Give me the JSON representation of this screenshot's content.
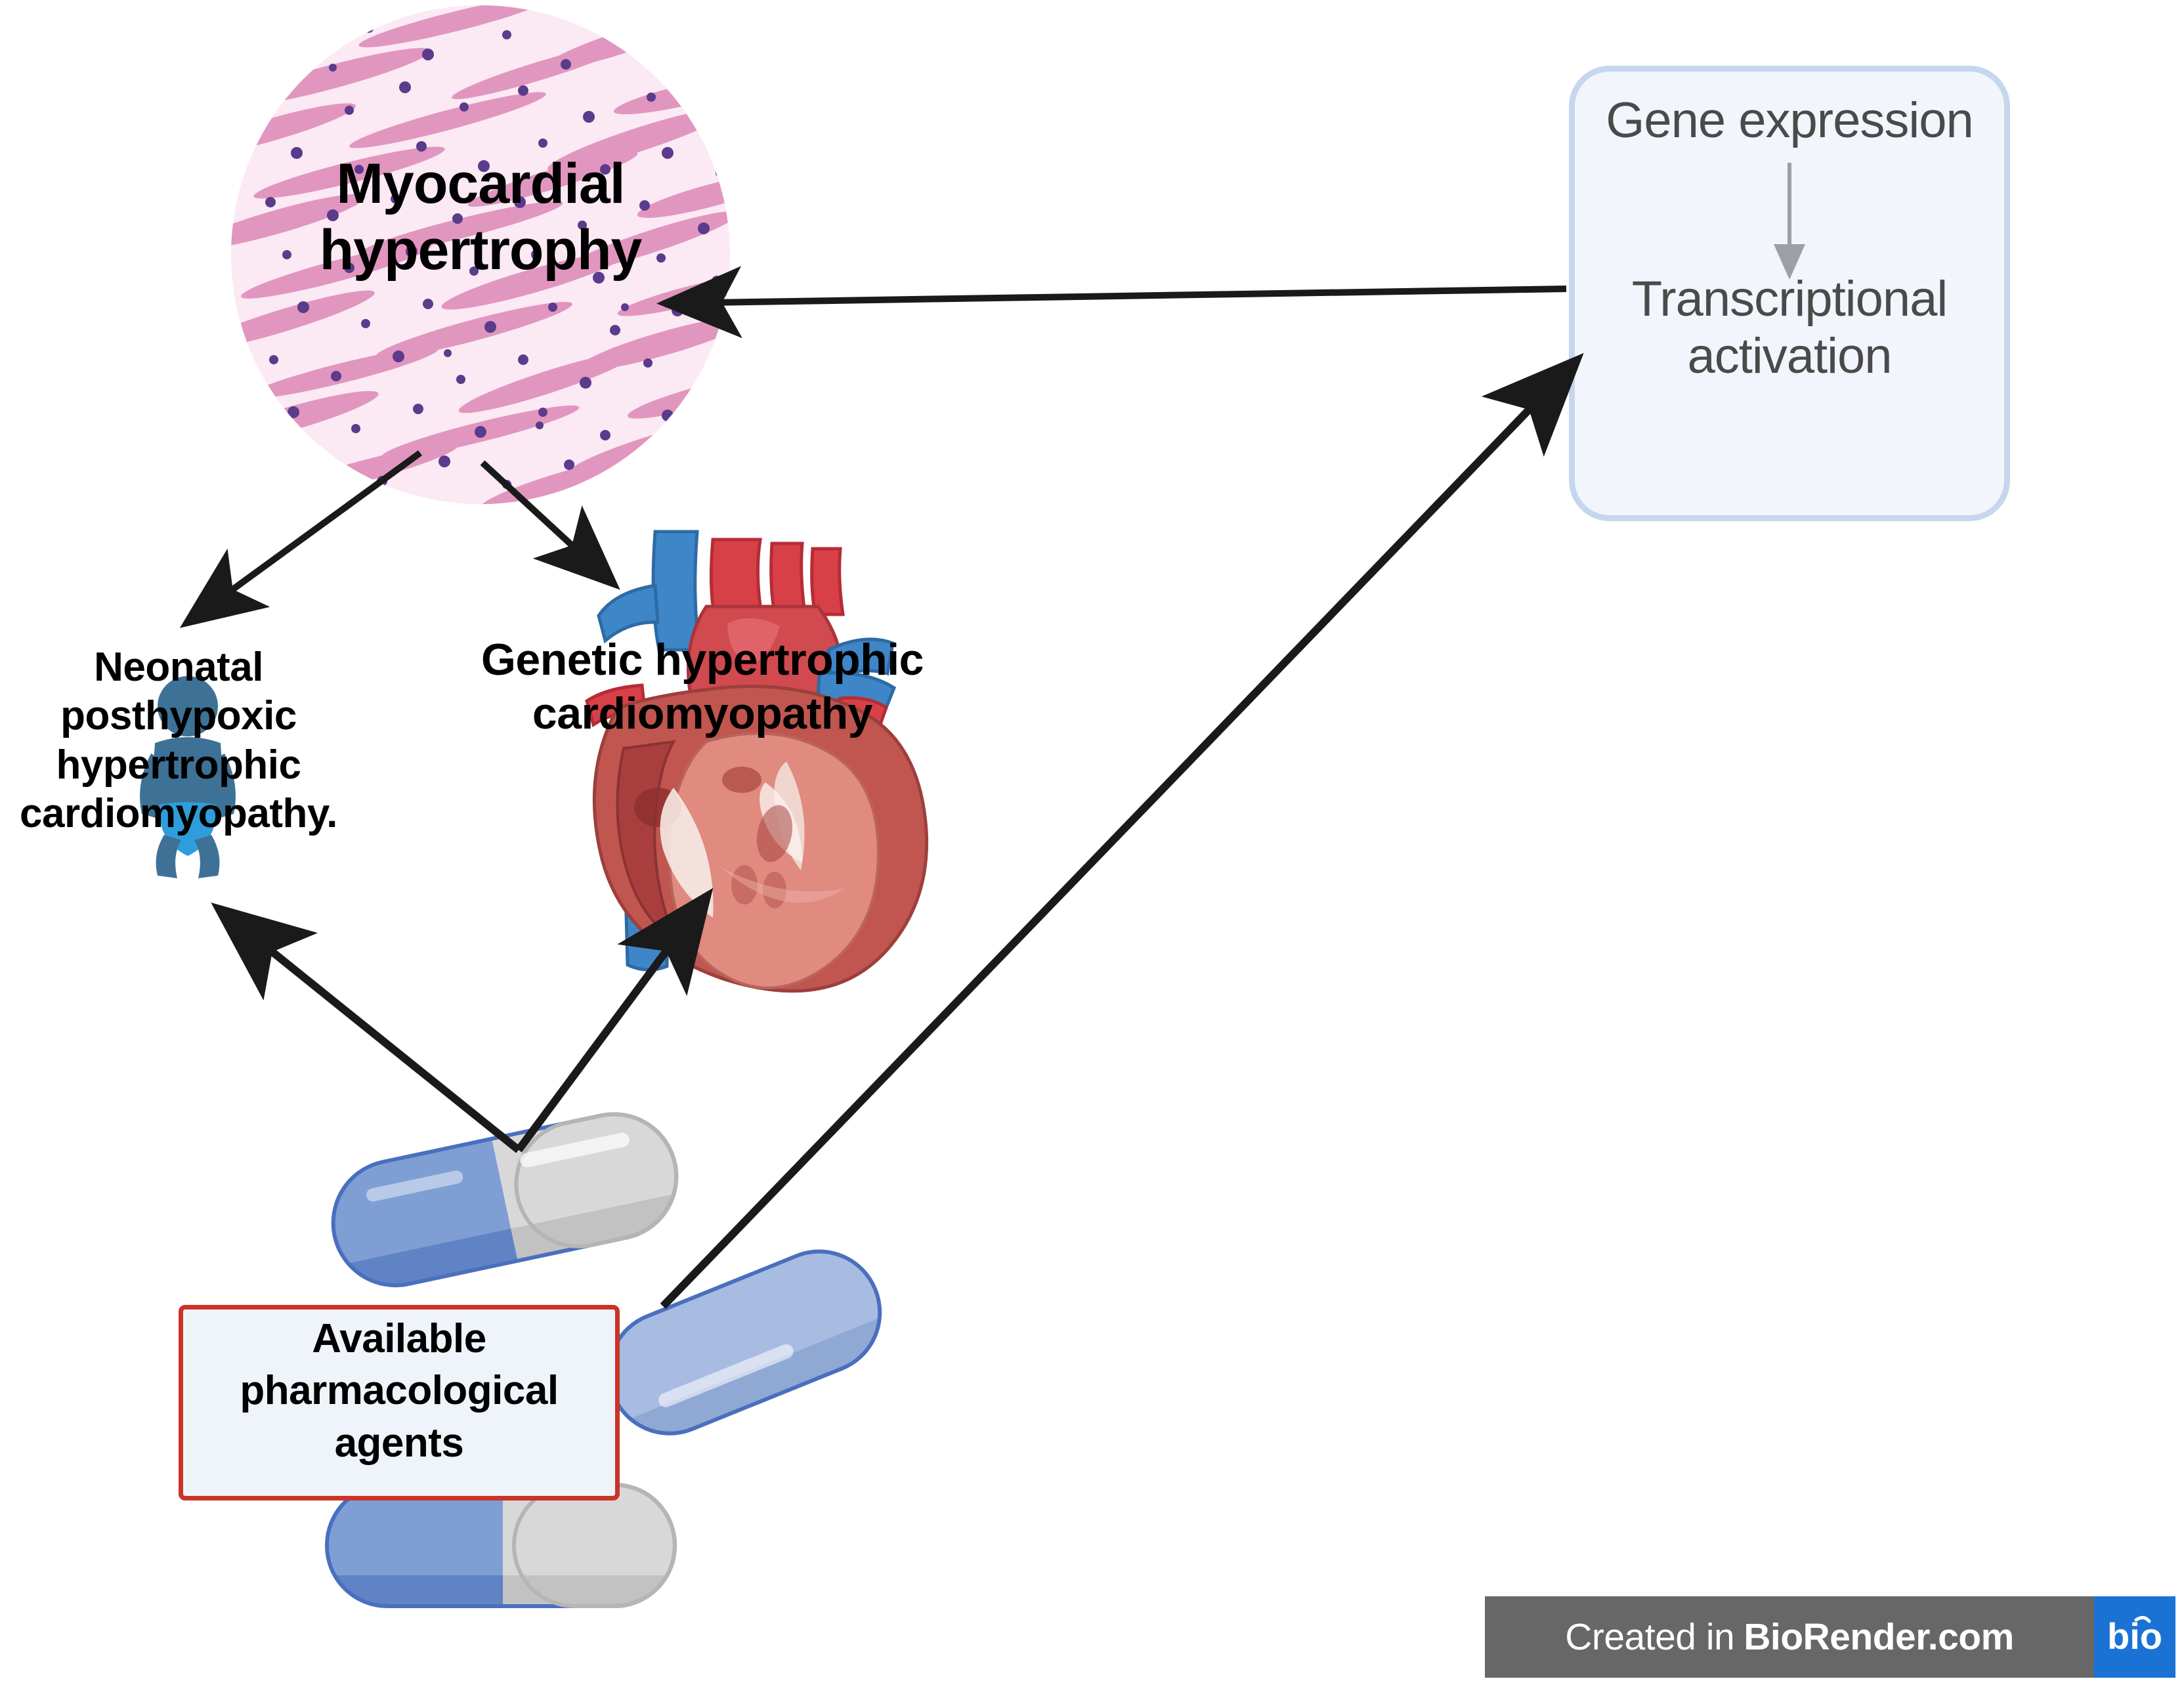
{
  "figure": {
    "type": "biomedical-pathway-diagram",
    "background": "#ffffff"
  },
  "nodes": {
    "histology": {
      "label_line1": "Myocardial",
      "label_line2": "hypertrophy",
      "icon": "histology-micrograph-circle",
      "colors": {
        "fiber": "#e091bd",
        "background": "#fbe9f3",
        "nuclei": "#5a3b8c"
      }
    },
    "gene_box": {
      "title": "Gene expression",
      "subtitle_line1": "Transcriptional",
      "subtitle_line2": "activation",
      "border_color": "#c6d6ee",
      "fill_color": "#f2f6fc",
      "text_color": "#4a4a4a"
    },
    "neonatal": {
      "line1": "Neonatal",
      "line2": "posthypoxic",
      "line3": "hypertrophic",
      "line4": "cardiomyopathy.",
      "icon": "infant-icon",
      "icon_colors": {
        "body": "#3d7296",
        "diaper": "#2f9ddb"
      }
    },
    "genetic_hcm": {
      "line1": "Genetic hypertrophic",
      "line2": "cardiomyopathy",
      "icon": "anatomical-heart-cross-section",
      "icon_colors": {
        "artery": "#d84048",
        "vein": "#3f86c8",
        "muscle": "#c0564f",
        "chamber": "#e08a80"
      }
    },
    "pharma_box": {
      "line1": "Available",
      "line2": "pharmacological",
      "line3": "agents",
      "border_color": "#cc3228",
      "fill_color": "#eff4fb",
      "icon": "pill-capsules",
      "icon_colors": {
        "blue": "#7f9fd4",
        "blue_light": "#a8bbe0",
        "white": "#d8d8d8",
        "edge": "#4a6fbe"
      }
    }
  },
  "edges": [
    {
      "from": "gene_box",
      "to": "histology",
      "style": "solid-arrow"
    },
    {
      "from": "histology",
      "to": "neonatal",
      "style": "solid-arrow"
    },
    {
      "from": "histology",
      "to": "genetic_hcm",
      "style": "solid-arrow"
    },
    {
      "from": "pharma_box",
      "to": "neonatal",
      "style": "solid-arrow"
    },
    {
      "from": "pharma_box",
      "to": "genetic_hcm",
      "style": "solid-arrow"
    },
    {
      "from": "pharma_box",
      "to": "gene_box",
      "style": "solid-arrow"
    },
    {
      "from": "gene_box.title",
      "to": "gene_box.subtitle",
      "style": "thin-grey-arrow"
    }
  ],
  "watermark": {
    "prefix": "Created in ",
    "brand": "BioRender.com",
    "logo_text": "bio",
    "bar_color": "#676767",
    "logo_color": "#1a73d4"
  }
}
